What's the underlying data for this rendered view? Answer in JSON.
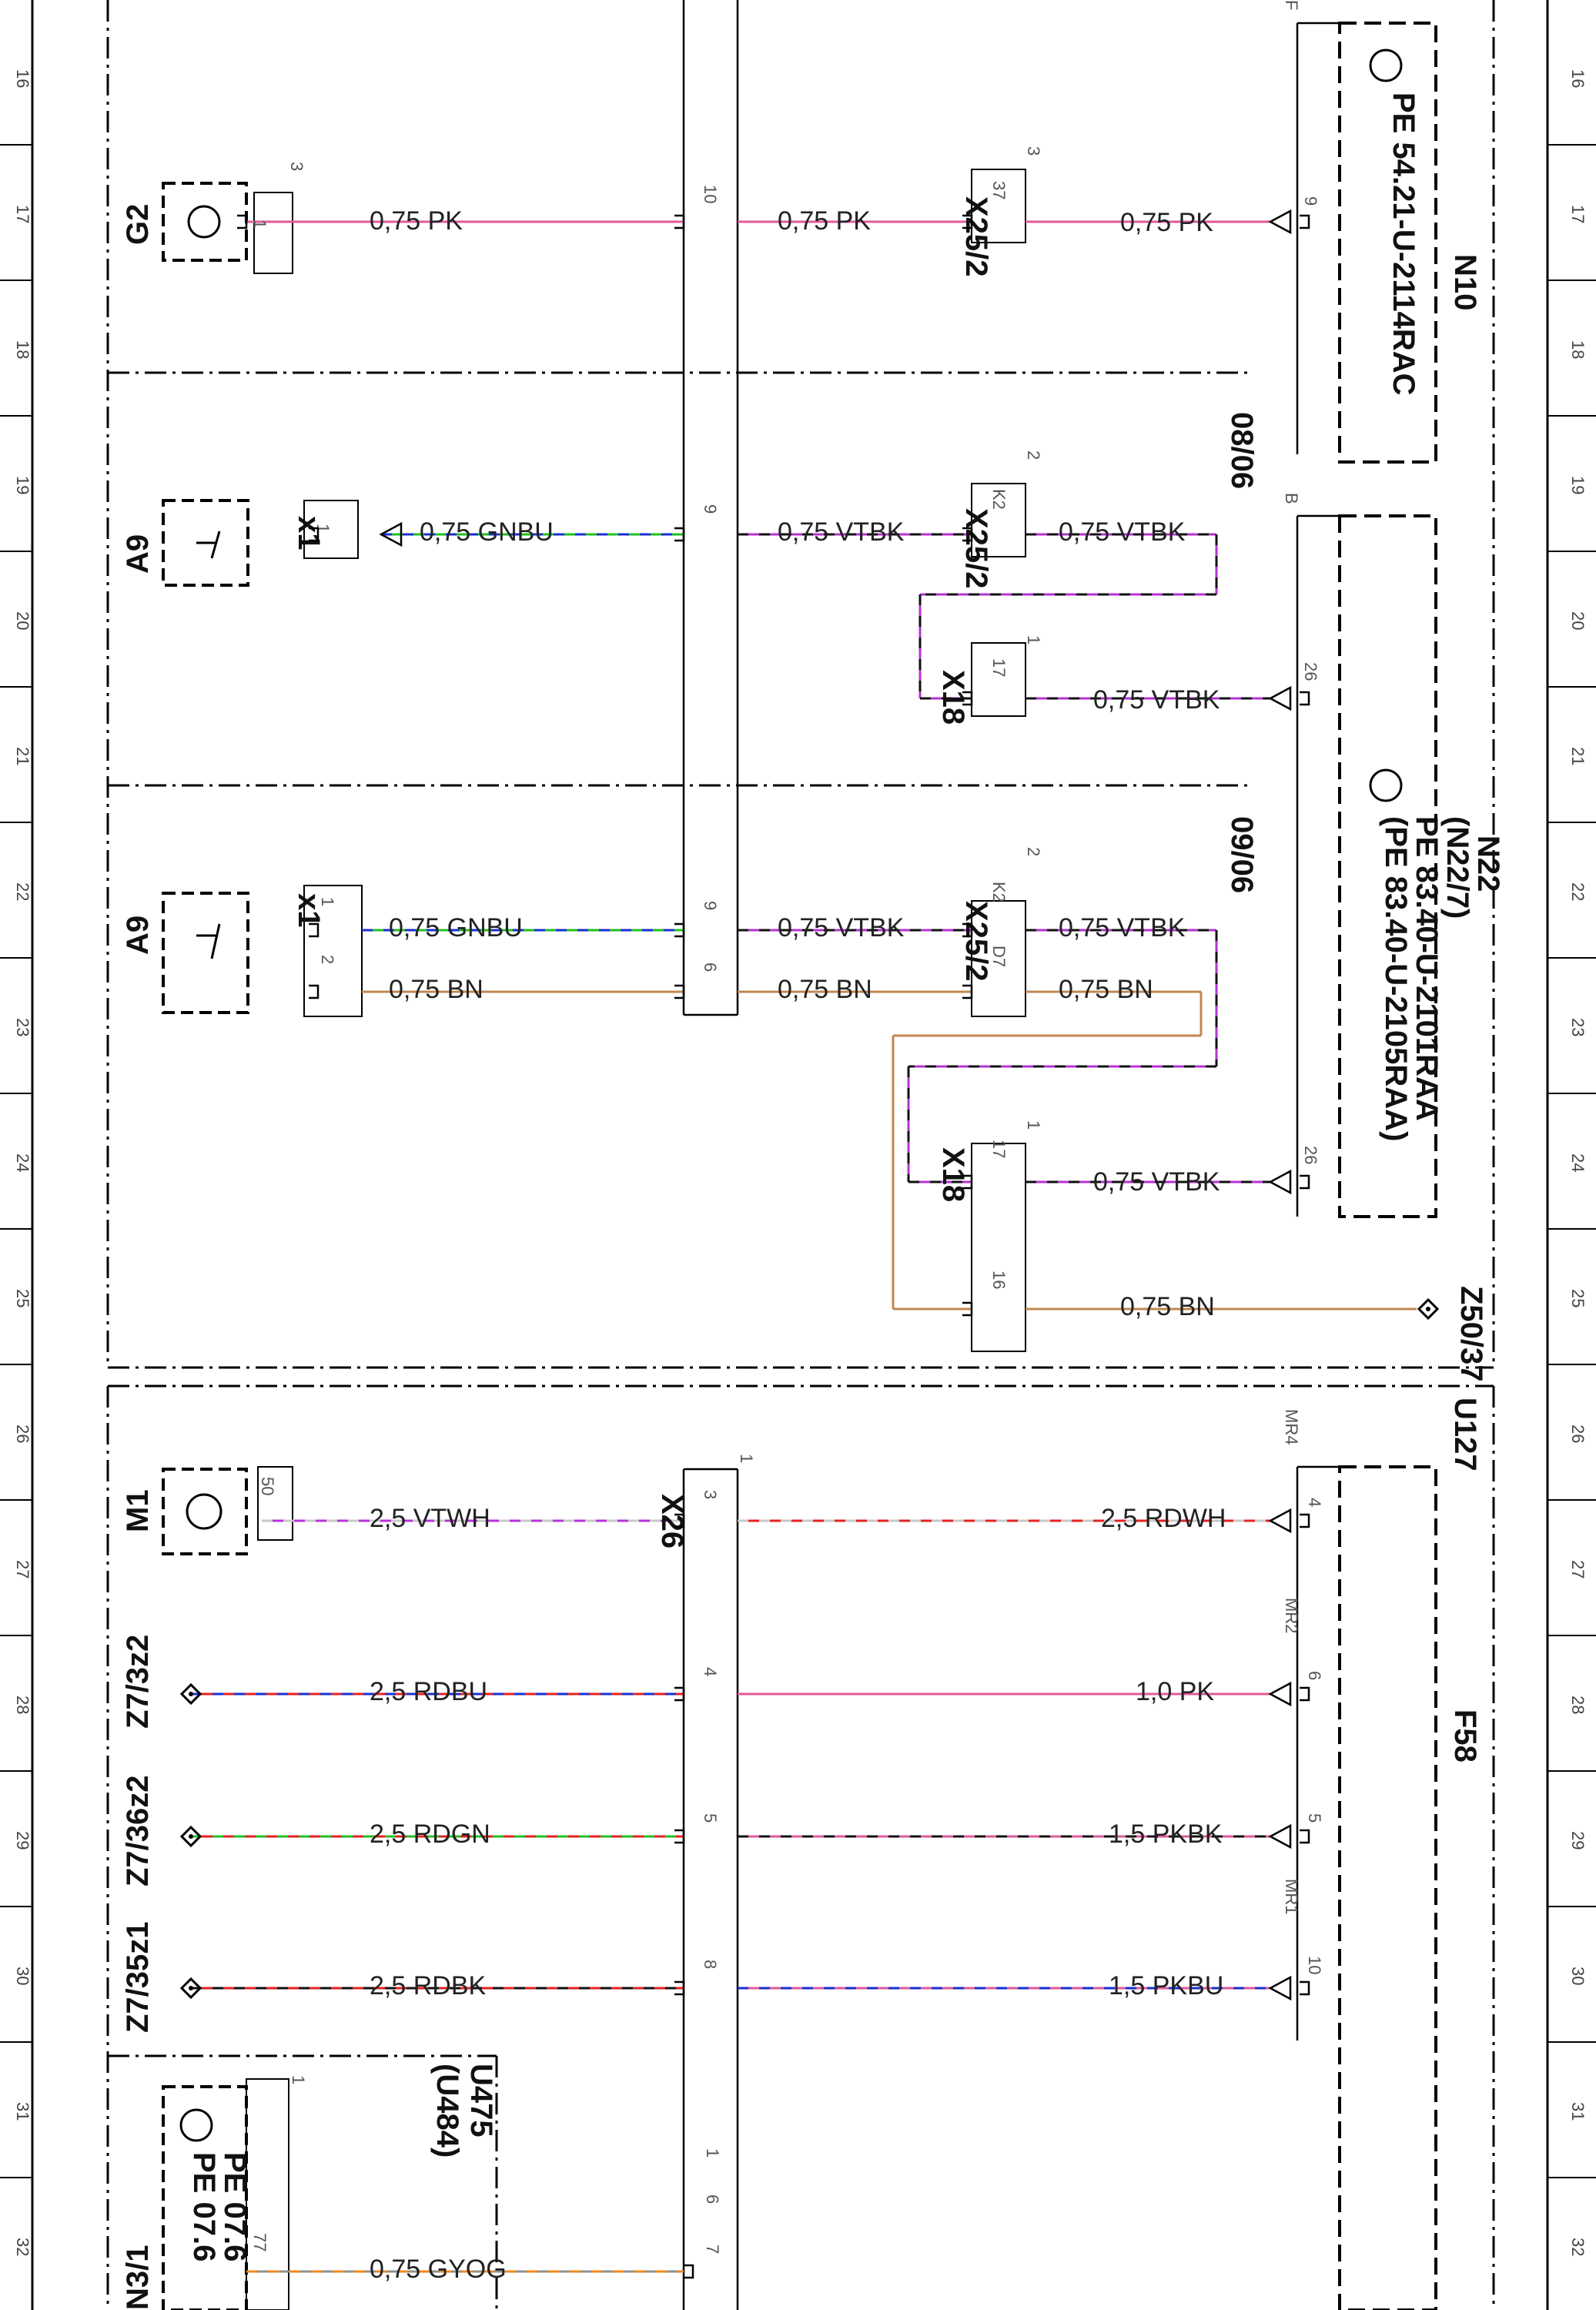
{
  "grid_numbers": [
    "16",
    "17",
    "18",
    "19",
    "20",
    "21",
    "22",
    "23",
    "24",
    "25",
    "26",
    "27",
    "28",
    "29",
    "30",
    "31",
    "32"
  ],
  "wire_colors": {
    "PK": "#e05a9a",
    "GN": "#22c022",
    "BU": "#1a2fd0",
    "VT": "#b632d6",
    "BK": "#111111",
    "BN": "#c08850",
    "RD": "#e52222",
    "WH": "#c8c8c8",
    "GY": "#909090",
    "OG": "#f08a1c"
  },
  "components": {
    "G2": "G2",
    "A9_a": "A9",
    "A9_b": "A9",
    "M1": "M1",
    "N10": "N10",
    "N10_ref": "PE 54.21-U-2114RAC",
    "N22": "N22",
    "N22_alt": "(N22/7)",
    "N22_ref1": "PE 83.40-U-2101RAA",
    "N22_ref2": "(PE 83.40-U-2105RAA)",
    "U127": "U127",
    "F58": "F58",
    "U475": "U475",
    "U484": "(U484)",
    "N3": "N3/1",
    "U475_ref1": "PE 07.6",
    "U475_ref2": "PE 07.6"
  },
  "connectors": {
    "X25_2_a": "X25/2",
    "X25_2_b": "X25/2",
    "X25_2_c": "X25/2",
    "X18_a": "X18",
    "X18_b": "X18",
    "X26": "X26",
    "x1_a": "x1",
    "x1_b": "x1"
  },
  "cross_refs": {
    "r0806": "08/06",
    "r0906": "09/06",
    "z50": "Z50/37",
    "z7_3z2": "Z7/3z2",
    "z7_36z2": "Z7/36z2",
    "z7_35z1": "Z7/35z1"
  },
  "wires": {
    "g2_left": "0,75 PK",
    "g2_mid": "0,75 PK",
    "g2_right": "0,75 PK",
    "a9a_left": "0,75 GNBU",
    "a9a_mid": "0,75 VTBK",
    "a9a_right": "0,75 VTBK",
    "x18a_right": "0,75 VTBK",
    "a9b_left": "0,75 GNBU",
    "a9b_mid": "0,75 VTBK",
    "a9b_right": "0,75 VTBK",
    "x18b_right": "0,75 VTBK",
    "bn_left": "0,75 BN",
    "bn_mid": "0,75 BN",
    "bn_right": "0,75 BN",
    "bn_z50": "0,75 BN",
    "m1_left": "2,5 VTWH",
    "m1_right": "2,5 RDWH",
    "r28_left": "2,5 RDBU",
    "r28_right": "1,0 PK",
    "r29_left": "2,5 RDGN",
    "r29_right": "1,5 PKBK",
    "r30_left": "2,5 RDBK",
    "r30_right": "1,5 PKBU",
    "n3_wire": "0,75 GYOG"
  },
  "pins": {
    "g2_1": "1",
    "g2_3": "3",
    "x26_10": "10",
    "x25_37": "37",
    "x25_3": "3",
    "n10_9": "9",
    "n10_F": "F",
    "x1_1": "1",
    "x26_9a": "9",
    "x25_K2a": "K2",
    "x25_2a": "2",
    "x18_17a": "17",
    "x18_1a": "1",
    "n22_26a": "26",
    "n22_B": "B",
    "x1b_1": "1",
    "x1b_2": "2",
    "x26_9b": "9",
    "x26_6": "6",
    "x25_K2b": "K2",
    "x25_D7": "D7",
    "x25_2b": "2",
    "x18_17b": "17",
    "x18_16": "16",
    "x18_1b": "1",
    "n22_26b": "26",
    "m1_50": "50",
    "x26_3": "3",
    "x26_1": "1",
    "f58_4": "4",
    "mr4": "MR4",
    "x26_4": "4",
    "f58_6": "6",
    "mr2": "MR2",
    "x26_5": "5",
    "f58_5": "5",
    "x26_8": "8",
    "f58_10": "10",
    "mr1": "MR1",
    "u475_1": "1",
    "n3_77": "77",
    "x26_1b": "1",
    "x26_6b": "6",
    "x26_7": "7"
  }
}
